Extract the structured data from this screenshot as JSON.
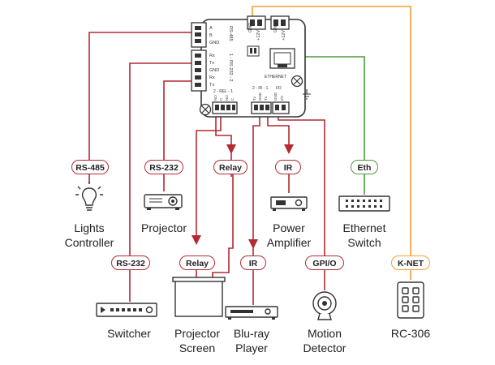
{
  "colors": {
    "red": "#b22a33",
    "green": "#4e9a3c",
    "orange": "#f0a030",
    "device": "#333333"
  },
  "controller": {
    "port_labels": {
      "a": "A",
      "b": "B",
      "gnd": "GND",
      "rs485": "RS-485",
      "rx1": "Rx",
      "tx1": "Tx",
      "gnd1": "GND",
      "rx2": "Rx",
      "tx2": "Tx",
      "rs232_1": "1 - RS-232 - 2",
      "knet_gnd": "GND",
      "knet_v": "+12V",
      "gnd_top": "GND",
      "v_top": "+12V",
      "ethernet": "ETHERNET",
      "rel_header": "2 - REL - 1",
      "ir_header": "2 - IR - 1",
      "io_header": "I/O",
      "rel_c1": "NO",
      "rel_c2": "C",
      "rel_c3": "NO",
      "rel_c4": "C",
      "ir_c1": "Tx",
      "ir_c2": "GND",
      "ir_c3": "Tx",
      "io_c1": "GND",
      "io_c2": "I/O"
    }
  },
  "tags": {
    "rs485": "RS-485",
    "rs232_top": "RS-232",
    "relay_top": "Relay",
    "ir_top": "IR",
    "eth": "Eth",
    "rs232_bottom": "RS-232",
    "relay_bottom": "Relay",
    "ir_bottom": "IR",
    "gpio": "GPI/O",
    "knet": "K-NET"
  },
  "devices": {
    "lights": {
      "line1": "Lights",
      "line2": "Controller",
      "icon": "lightbulb-icon"
    },
    "projector": {
      "line1": "Projector",
      "icon": "projector-icon"
    },
    "power_amp": {
      "line1": "Power",
      "line2": "Amplifier",
      "icon": "amplifier-icon"
    },
    "ethernet_switch": {
      "line1": "Ethernet",
      "line2": "Switch",
      "icon": "network-switch-icon"
    },
    "switcher": {
      "line1": "Switcher",
      "icon": "switcher-icon"
    },
    "projector_screen": {
      "line1": "Projector",
      "line2": "Screen",
      "icon": "projector-screen-icon"
    },
    "bluray": {
      "line1": "Blu-ray",
      "line2": "Player",
      "icon": "bluray-player-icon"
    },
    "motion": {
      "line1": "Motion",
      "line2": "Detector",
      "icon": "motion-detector-icon"
    },
    "rc306": {
      "line1": "RC-306",
      "icon": "keypad-icon"
    }
  }
}
